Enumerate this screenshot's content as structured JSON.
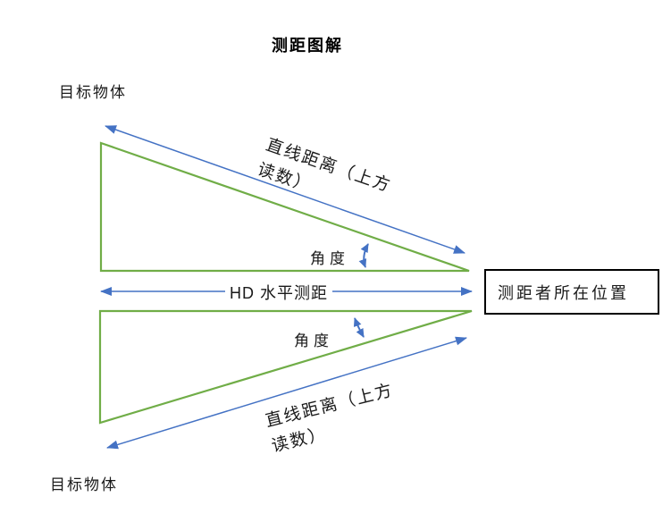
{
  "title": "测距图解",
  "colors": {
    "green": "#70AD47",
    "blue": "#4472C4",
    "box_border": "#000000"
  },
  "labels": {
    "target_top": "目标物体",
    "target_bottom": "目标物体",
    "hd": "HD 水平测距",
    "angle_top": "角度",
    "angle_bottom": "角度",
    "observer": "测距者所在位置",
    "slant_top_line1": "直线距离（上方",
    "slant_top_line2": "读数）",
    "slant_bottom_line1": "直线距离（上方",
    "slant_bottom_line2": "读数）"
  }
}
